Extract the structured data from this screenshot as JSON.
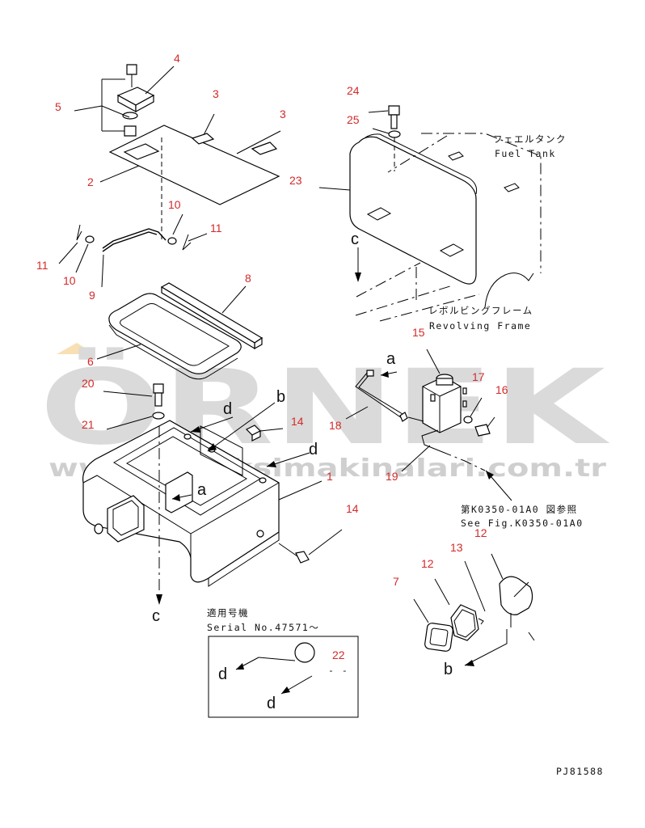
{
  "diagram": {
    "drawing_code": "PJ81588",
    "callouts": [
      "1",
      "2",
      "3",
      "3",
      "4",
      "5",
      "6",
      "7",
      "8",
      "9",
      "10",
      "10",
      "11",
      "11",
      "12",
      "12",
      "13",
      "14",
      "14",
      "15",
      "16",
      "17",
      "18",
      "19",
      "20",
      "21",
      "22",
      "23",
      "24",
      "25"
    ],
    "letters": [
      "a",
      "a",
      "b",
      "b",
      "c",
      "c",
      "d",
      "d",
      "d",
      "d"
    ],
    "notes": {
      "fuel_tank_jp": "フェエルタンク",
      "fuel_tank_en": "Fuel Tank",
      "revolving_frame_jp": "レボルビングフレーム",
      "revolving_frame_en": "Revolving Frame",
      "see_fig_jp": "第K0350-01A0 図参照",
      "see_fig_en": "See Fig.K0350-01A0",
      "serial_jp": "適用号機",
      "serial_en": "Serial No.47571〜",
      "dash_mark": "- -"
    }
  },
  "watermark": {
    "brand": "ÖRNEK",
    "url": "www.orneksimakinalari.com.tr",
    "color": "#bdbdbd",
    "accent": "#f3c778"
  }
}
